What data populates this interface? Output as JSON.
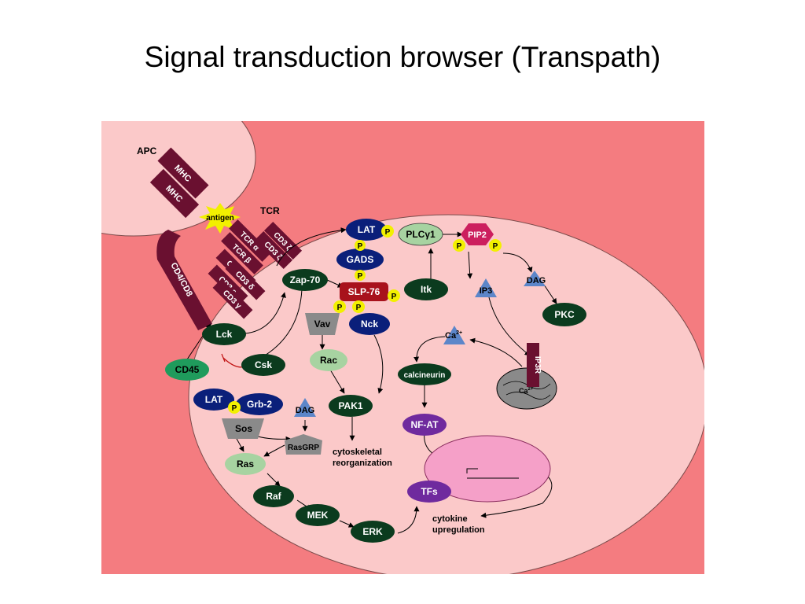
{
  "slide": {
    "title": "Signal transduction browser (Transpath)"
  },
  "colors": {
    "background": "#f47c80",
    "cell": "#fbc9c9",
    "dark_green": "#0b3b1e",
    "green": "#1f9b5c",
    "light_green": "#a7d3a1",
    "navy": "#0a1f7a",
    "red": "#a8121c",
    "magenta": "#cc1f5e",
    "maroon": "#6a1030",
    "purple": "#6f2a9e",
    "yellow": "#f2f000",
    "blue_triangle": "#5c86c9",
    "gray": "#8a8a8a",
    "nucleus": "#f5a0c8"
  },
  "labels": {
    "apc": "APC",
    "tcr": "TCR",
    "mhc_1": "MHC",
    "mhc_2": "MHC",
    "antigen": "antigen",
    "cd4cd8": "CD4/CD8",
    "tcr_a": "TCR α",
    "tcr_b": "TCR β",
    "cd3_z1": "CD3 ζ",
    "cd3_z2": "CD3 ζ",
    "cd3_e1": "CD3 ε",
    "cd3_d": "CD3 δ",
    "cd3_e2": "CD3 ε",
    "cd3_g": "CD3 γ",
    "lat_top": "LAT",
    "gads": "GADS",
    "slp76": "SLP-76",
    "zap70": "Zap-70",
    "plcg1": "PLCγ1",
    "pip2": "PIP2",
    "itk": "Itk",
    "dag_top": "DAG",
    "ip3": "IP3",
    "pkc": "PKC",
    "ca": "Ca",
    "ca_sup": "2+",
    "ip3r": "IP3R",
    "er_ca": "Ca",
    "er_ca_sup": "2+",
    "vav": "Vav",
    "nck": "Nck",
    "rac": "Rac",
    "pak1": "PAK1",
    "lck": "Lck",
    "cd45": "CD45",
    "csk": "Csk",
    "lat_bottom": "LAT",
    "grb2": "Grb-2",
    "sos": "Sos",
    "dag_bottom": "DAG",
    "rasgrp": "RasGRP",
    "ras": "Ras",
    "raf": "Raf",
    "mek": "MEK",
    "erk": "ERK",
    "calcineurin": "calcineurin",
    "nfat": "NF-AT",
    "tfs": "TFs",
    "cyto_1": "cytoskeletal",
    "cyto_2": "reorganization",
    "cytokine_1": "cytokine",
    "cytokine_2": "upregulation",
    "p": "P"
  }
}
